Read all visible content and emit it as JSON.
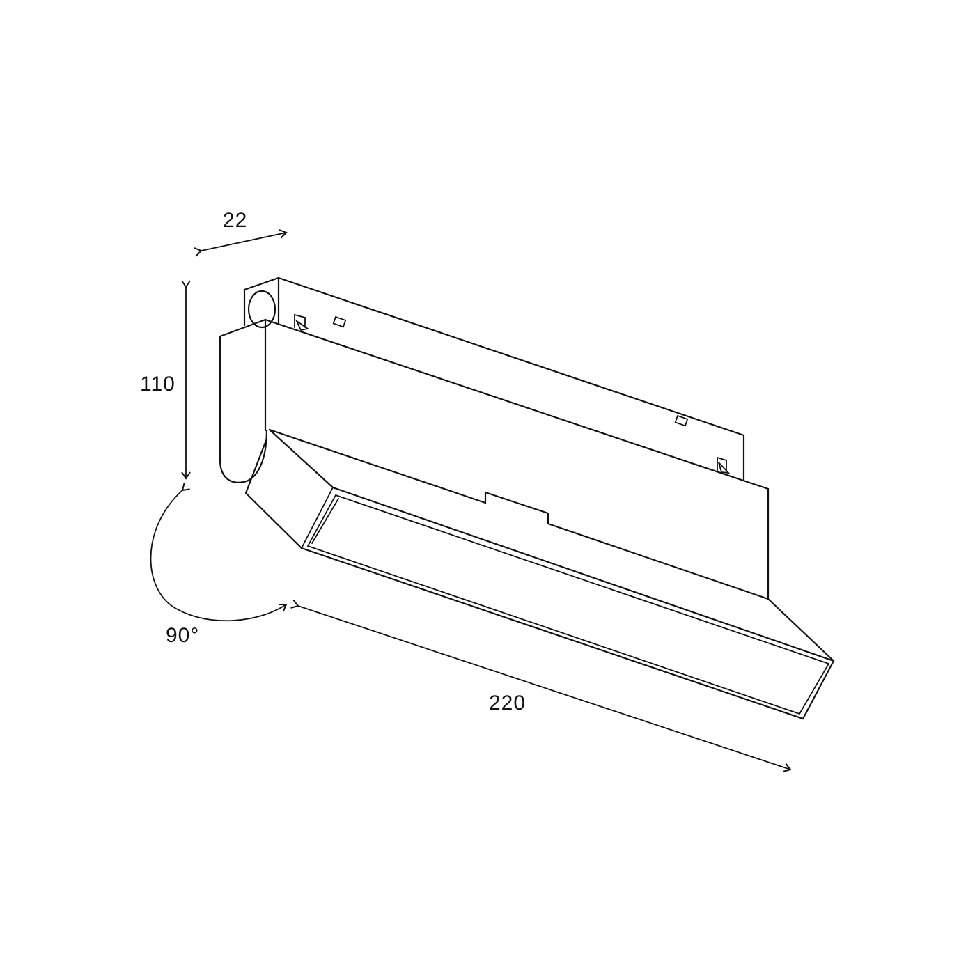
{
  "diagram": {
    "type": "technical line drawing",
    "subject": "magnetic track linear light fixture (rotatable)",
    "stroke_color": "#111111",
    "background": "#ffffff",
    "dimensions": {
      "width": "22",
      "height": "110",
      "length": "220",
      "rotation": "90°"
    }
  }
}
